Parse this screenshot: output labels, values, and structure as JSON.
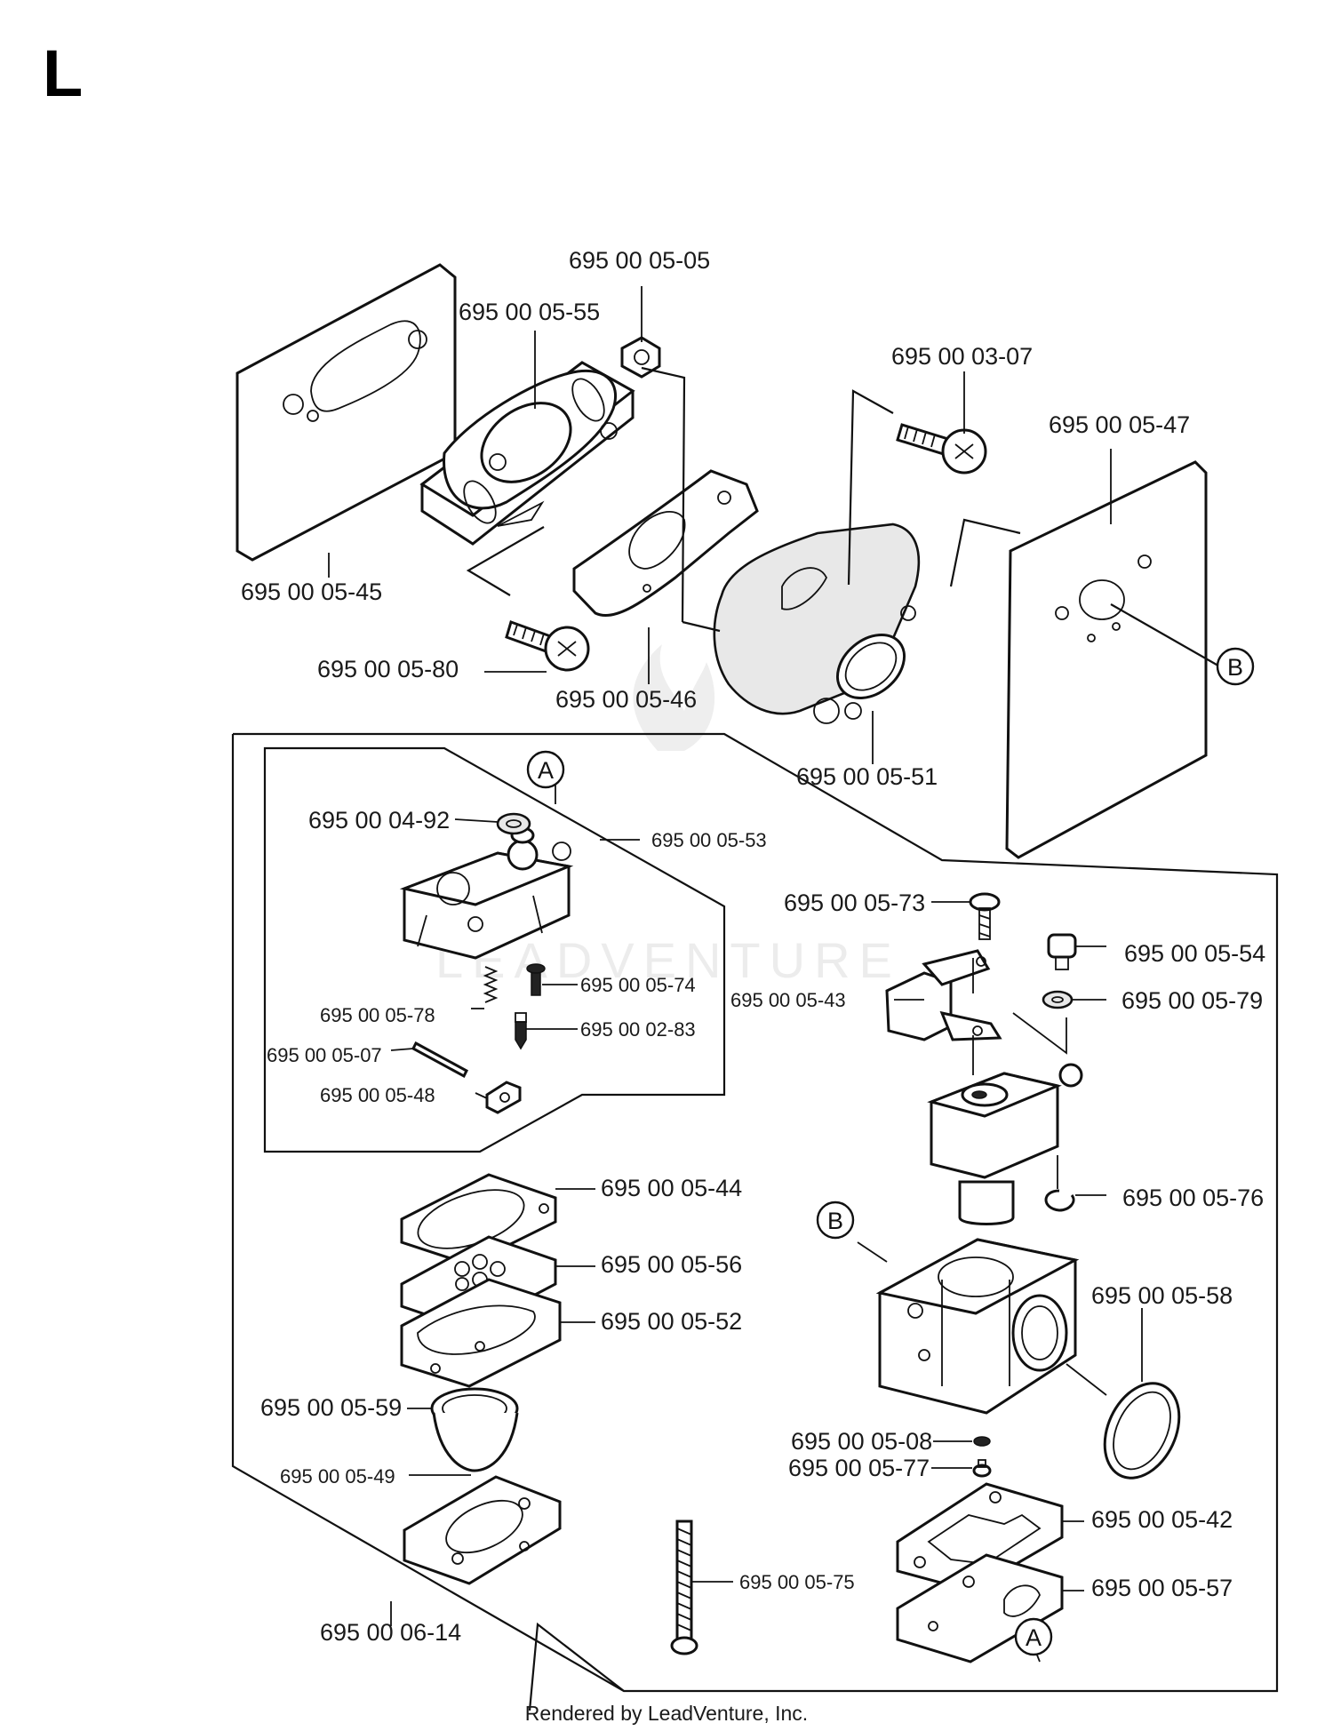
{
  "section_letter": "L",
  "watermark": "LEADVENTURE",
  "footer": "Rendered by LeadVenture, Inc.",
  "callouts": {
    "a": "A",
    "b": "B"
  },
  "parts": {
    "p0505": "695 00 05-05",
    "p0555": "695 00 05-55",
    "p0307": "695 00 03-07",
    "p0547": "695 00 05-47",
    "p0545": "695 00 05-45",
    "p0580": "695 00 05-80",
    "p0546": "695 00 05-46",
    "p0551": "695 00 05-51",
    "p0492": "695 00 04-92",
    "p0553": "695 00 05-53",
    "p0574": "695 00 05-74",
    "p0578": "695 00 05-78",
    "p0283": "695 00 02-83",
    "p0507": "695 00 05-07",
    "p0548": "695 00 05-48",
    "p0573": "695 00 05-73",
    "p0554": "695 00 05-54",
    "p0543": "695 00 05-43",
    "p0579": "695 00 05-79",
    "p0576": "695 00 05-76",
    "p0544": "695 00 05-44",
    "p0556": "695 00 05-56",
    "p0552": "695 00 05-52",
    "p0558": "695 00 05-58",
    "p0559": "695 00 05-59",
    "p0508": "695 00 05-08",
    "p0577": "695 00 05-77",
    "p0549": "695 00 05-49",
    "p0542": "695 00 05-42",
    "p0575": "695 00 05-75",
    "p0557": "695 00 05-57",
    "p0614": "695 00 06-14"
  }
}
